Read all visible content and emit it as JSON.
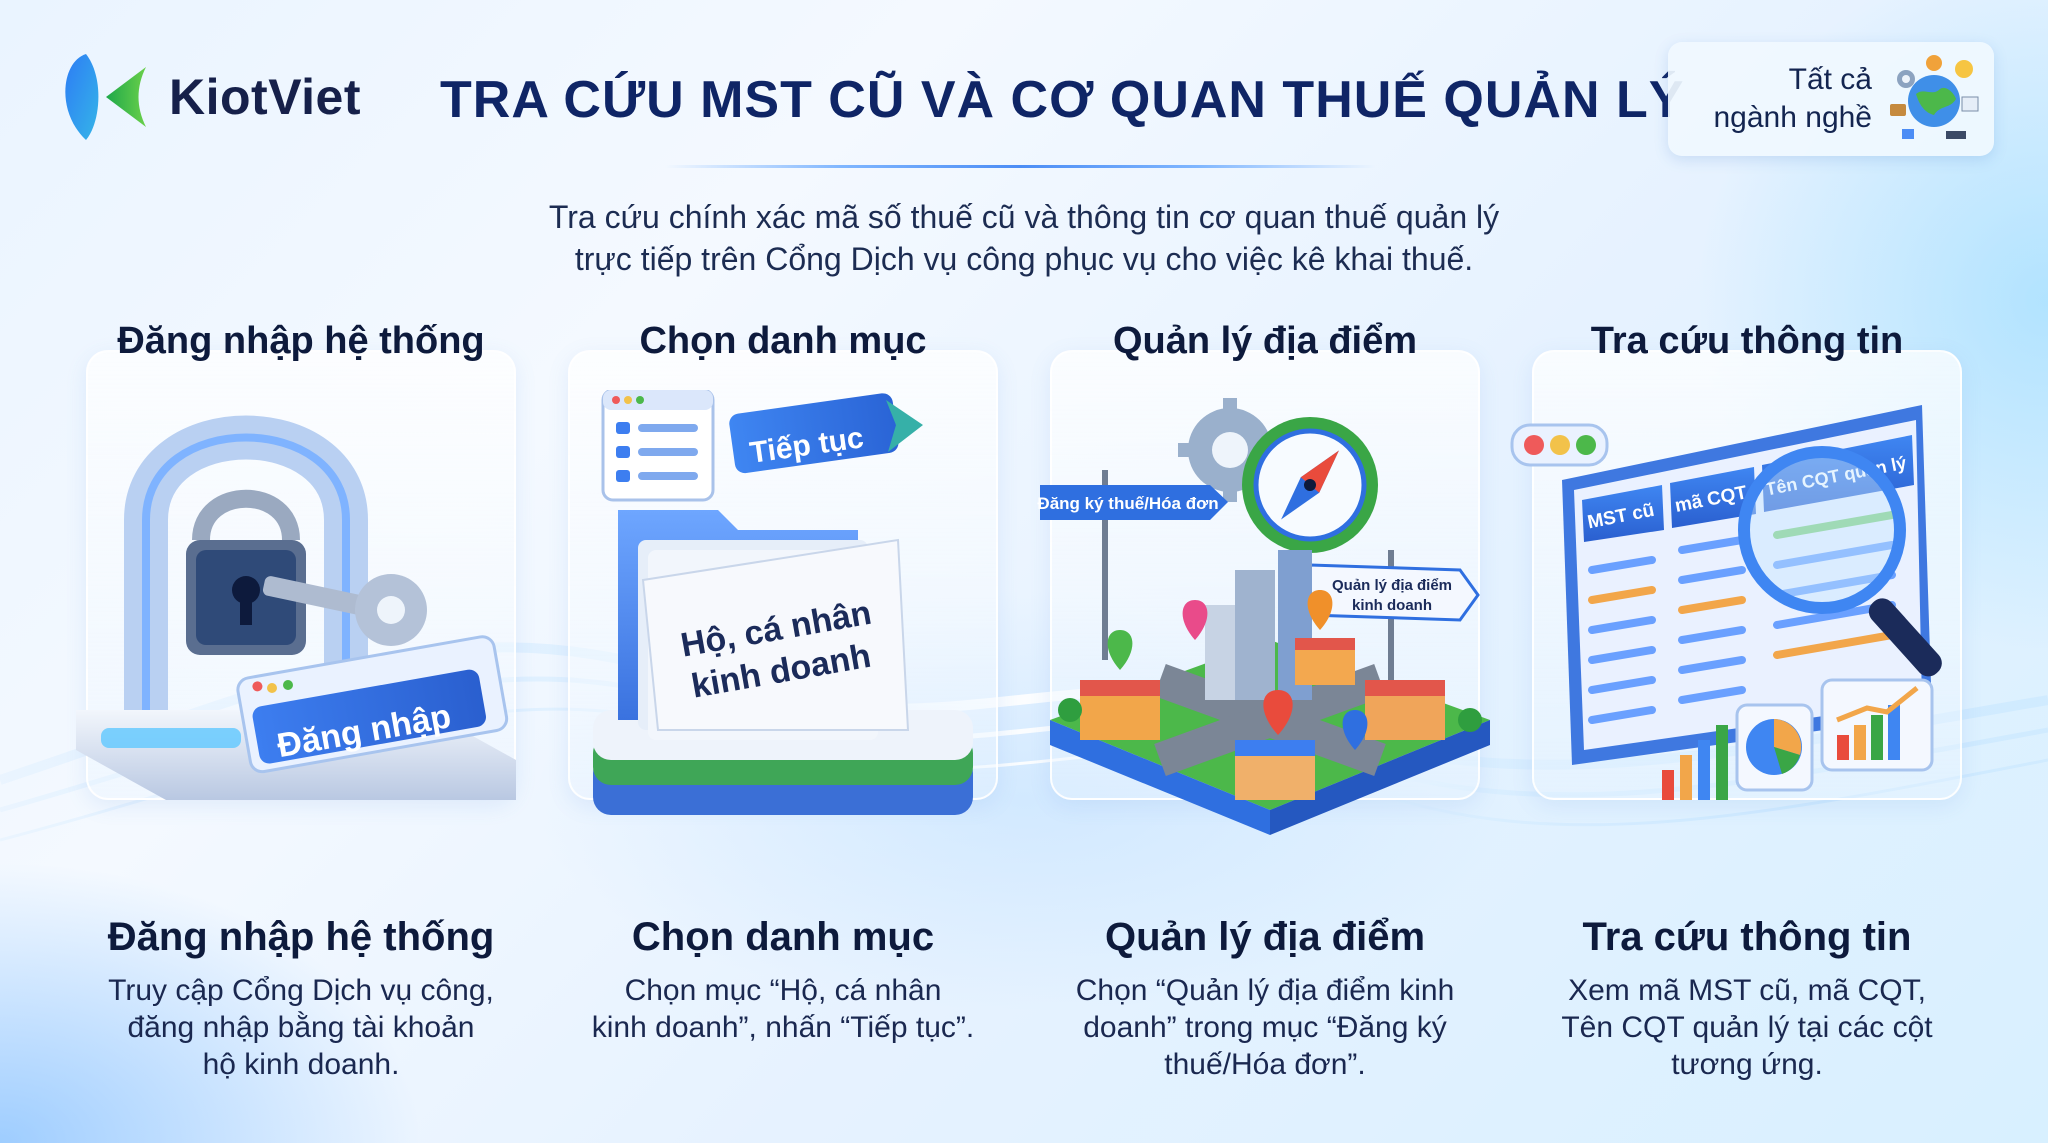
{
  "header": {
    "brand": "KiotViet",
    "title": "TRA CỨU MST CŨ VÀ CƠ QUAN THUẾ QUẢN LÝ",
    "badge_line1": "Tất cả",
    "badge_line2": "ngành nghề"
  },
  "subtitle": {
    "line1": "Tra cứu chính xác mã số thuế cũ và thông tin cơ quan thuế quản lý",
    "line2": "trực tiếp trên Cổng Dịch vụ công phục vụ cho việc kê khai thuế."
  },
  "steps": [
    {
      "top_title": "Đăng nhập hệ thống",
      "art_label": "Đăng nhập",
      "bottom_title": "Đăng nhập hệ thống",
      "desc1": "Truy cập Cổng Dịch vụ công,",
      "desc2": "đăng nhập bằng tài khoản",
      "desc3": "hộ kinh doanh."
    },
    {
      "top_title": "Chọn danh mục",
      "art_label": "Tiếp tục",
      "art_folder_line1": "Hộ, cá nhân",
      "art_folder_line2": "kinh doanh",
      "bottom_title": "Chọn danh mục",
      "desc1": "Chọn mục “Hộ, cá nhân",
      "desc2": "kinh doanh”, nhấn “Tiếp tục”."
    },
    {
      "top_title": "Quản lý địa điểm",
      "art_sign1": "Đăng ký thuế/Hóa đơn",
      "art_sign2_line1": "Quản lý địa điểm",
      "art_sign2_line2": "kinh doanh",
      "bottom_title": "Quản lý địa điểm",
      "desc1": "Chọn “Quản lý địa điểm kinh",
      "desc2": "doanh” trong mục “Đăng ký",
      "desc3": "thuế/Hóa đơn”."
    },
    {
      "top_title": "Tra cứu thông tin",
      "art_col1": "MST cũ",
      "art_col2": "mã CQT",
      "art_col3": "Tên CQT quản lý",
      "bottom_title": "Tra cứu thông tin",
      "desc1": "Xem mã MST cũ, mã CQT,",
      "desc2": "Tên CQT quản lý tại các cột",
      "desc3": "tương ứng."
    }
  ],
  "colors": {
    "primary": "#2f6fe0",
    "green": "#3aa646",
    "dark_text": "#0d1a3c"
  }
}
